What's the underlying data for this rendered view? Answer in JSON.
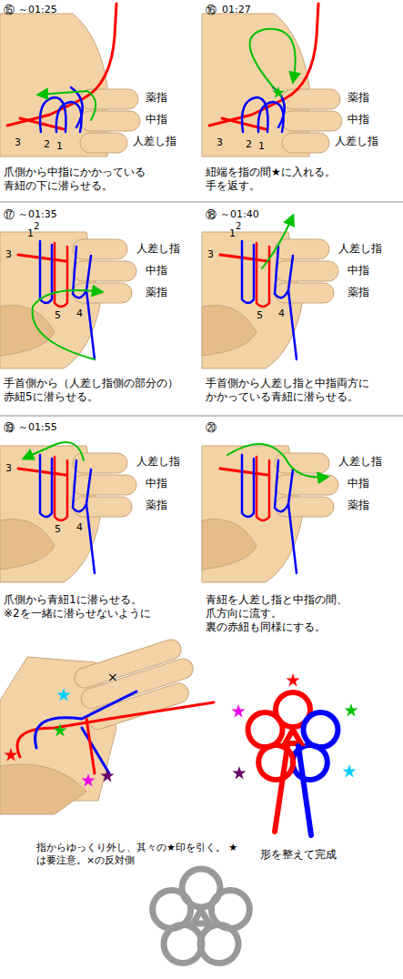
{
  "diagram": {
    "labels": [
      "⑮",
      "～01:25",
      "薬指",
      "中指",
      "人差し指",
      "3",
      "2",
      "1",
      "爪側から中指にかかっている 青紐の下に潜らせる。",
      "⑯",
      "01:27",
      "薬指",
      "中指",
      "人差し指",
      "3",
      "2",
      "1",
      "紐端を指の間★に入れる。 手を返す。",
      "⑰",
      "～01:35",
      "人差し指",
      "中指",
      "薬指",
      "3",
      "1",
      "2",
      "5",
      "4",
      "手首側から（人差し指側の部分の） 赤紐5に潜らせる。",
      "⑱",
      "～01:40",
      "人差し指",
      "中指",
      "薬指",
      "3",
      "1",
      "2",
      "5",
      "4",
      "手首側から人差し指と中指両方に かかっている青紐に潜らせる。",
      "⑲",
      "～01:55",
      "人差し指",
      "中指",
      "薬指",
      "3",
      "5",
      "4",
      "爪側から青紐1に潜らせる。 ※2を一緒に潜らせないように",
      "⑳",
      "人差し指",
      "中指",
      "薬指",
      "青紐を人差し指と中指の間、 爪方向に流す。 裏の赤紐も同様にする。",
      "×",
      "指からゆっくり外し、其々の★印を引く。 ★は要注意。×の反対側",
      "形を整えて完成"
    ]
  }
}
